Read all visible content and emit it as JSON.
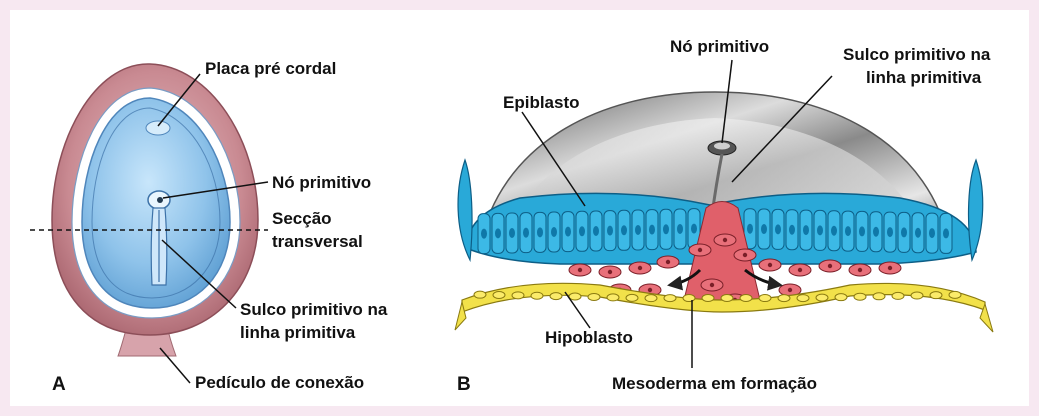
{
  "panel_a": {
    "letter": "A",
    "labels": {
      "prechordal_plate": "Placa pré cordal",
      "primitive_node": "Nó primitivo",
      "cross_section_1": "Secção",
      "cross_section_2": "transversal",
      "primitive_groove_1": "Sulco primitivo na",
      "primitive_groove_2": "linha primitiva",
      "connecting_stalk": "Pedículo de conexão"
    }
  },
  "panel_b": {
    "letter": "B",
    "labels": {
      "primitive_node": "Nó primitivo",
      "primitive_groove_1": "Sulco primitivo na",
      "primitive_groove_2": "linha primitiva",
      "epiblast": "Epiblasto",
      "hypoblast": "Hipoblasto",
      "forming_mesoderm": "Mesoderma em formação"
    }
  },
  "colors": {
    "page_border": "#f7e8f1",
    "amnion_pink": "#c98a92",
    "embryonic_disc_blue": "#8fc3ea",
    "epiblast_cyan": "#29a9d8",
    "hypoblast_yellow": "#f2e14a",
    "mesoderm_red": "#e0606a",
    "amnion_gray": "#9a9a9a"
  }
}
